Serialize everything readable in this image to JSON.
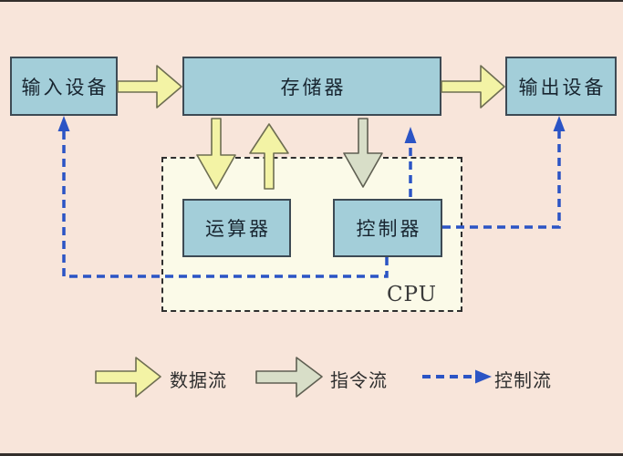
{
  "boxes": {
    "input": "输入设备",
    "memory": "存储器",
    "output": "输出设备",
    "alu": "运算器",
    "controller": "控制器"
  },
  "cpu_label": "CPU",
  "legend": {
    "data_flow": "数据流",
    "instruction_flow": "指令流",
    "control_flow": "控制流"
  },
  "colors": {
    "background": "#f8e5da",
    "box_fill": "#a3ced9",
    "box_border": "#3d4a54",
    "cpu_fill": "#fbfae8",
    "cpu_border": "#2f2f2f",
    "data_flow_fill": "#f3f3a5",
    "data_flow_outline": "#6e6e52",
    "instruction_flow_fill": "#d8dec8",
    "instruction_flow_outline": "#5f5f52",
    "control_flow_blue": "#2b54c5",
    "box_text": "#182530",
    "frame_line": "#332e2b"
  }
}
